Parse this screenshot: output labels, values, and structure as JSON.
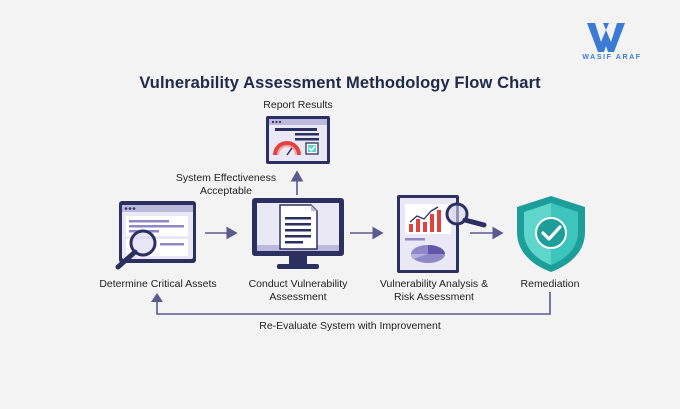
{
  "brand": {
    "name": "WASIF ARAF",
    "logo_icon": "w-logo-icon",
    "color": "#3b7bd6"
  },
  "title": "Vulnerability Assessment Methodology Flow Chart",
  "colors": {
    "title": "#222a4a",
    "node_purple": "#8e89c6",
    "node_dark": "#2c3060",
    "shield_teal": "#1e9e9a",
    "shield_light": "#5fd6cc",
    "arrow": "#5a5a8e"
  },
  "nodes": [
    {
      "id": "determine",
      "label": "Determine Critical Assets",
      "icon": "document-magnifier-icon"
    },
    {
      "id": "conduct",
      "label_lines": [
        "Conduct Vulnerability",
        "Assessment"
      ],
      "icon": "monitor-document-icon"
    },
    {
      "id": "analysis",
      "label_lines": [
        "Vulnerability Analysis &",
        "Risk Assessment"
      ],
      "icon": "report-chart-magnifier-icon"
    },
    {
      "id": "remediation",
      "label": "Remediation",
      "icon": "shield-check-icon"
    },
    {
      "id": "report",
      "label": "Report Results",
      "icon": "dashboard-gauge-icon"
    }
  ],
  "edges": {
    "effectiveness_label_lines": [
      "System Effectiveness",
      "Acceptable"
    ],
    "loop_label": "Re-Evaluate System with Improvement"
  }
}
